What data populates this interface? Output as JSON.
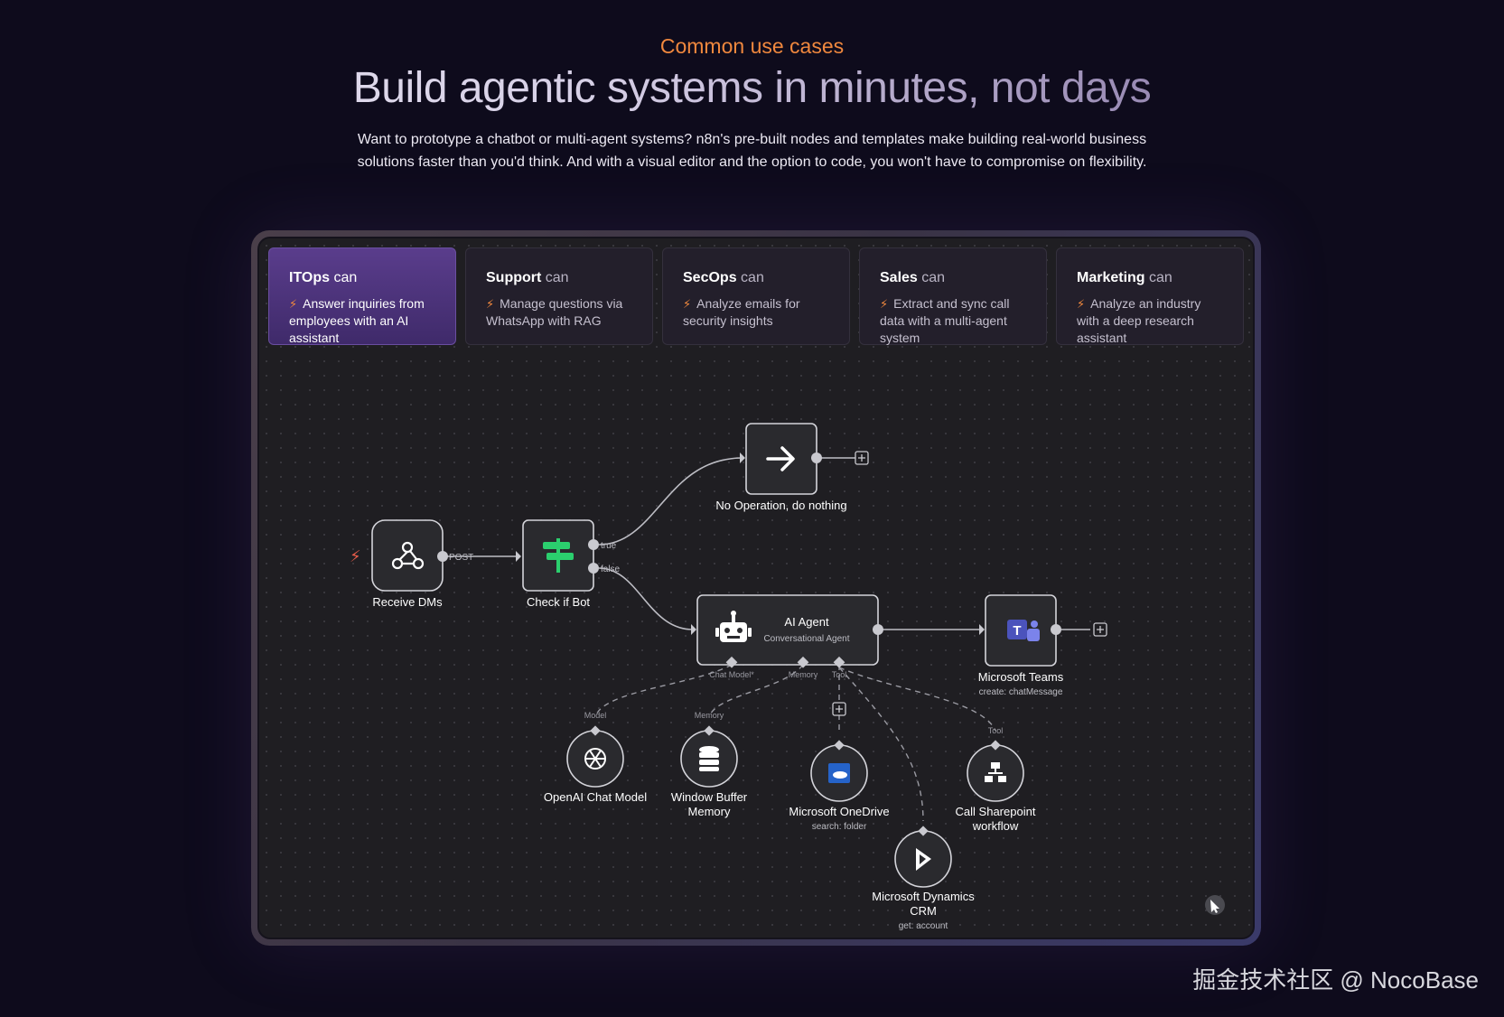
{
  "header": {
    "eyebrow": "Common use cases",
    "title": "Build agentic systems in minutes, not days",
    "description": "Want to prototype a chatbot or multi-agent systems? n8n's pre-built nodes and templates make building real-world business solutions faster than you'd think. And with a visual editor and the option to code, you won't have to compromise on flexibility."
  },
  "tabs": [
    {
      "team": "ITOps",
      "can": "can",
      "text": "Answer inquiries from employees with an AI assistant",
      "active": true
    },
    {
      "team": "Support",
      "can": "can",
      "text": "Manage questions via WhatsApp with RAG",
      "active": false
    },
    {
      "team": "SecOps",
      "can": "can",
      "text": "Analyze emails for security insights",
      "active": false
    },
    {
      "team": "Sales",
      "can": "can",
      "text": "Extract and sync call data with a multi-agent system",
      "active": false
    },
    {
      "team": "Marketing",
      "can": "can",
      "text": "Analyze an industry with a deep research assistant",
      "active": false
    }
  ],
  "workflow": {
    "nodes": {
      "receive_dms": {
        "label": "Receive DMs"
      },
      "check_bot": {
        "label": "Check if Bot"
      },
      "noop": {
        "label": "No Operation, do nothing"
      },
      "ai_agent": {
        "label": "AI Agent",
        "sublabel": "Conversational Agent"
      },
      "teams": {
        "label": "Microsoft Teams",
        "sublabel": "create: chatMessage"
      },
      "openai": {
        "label": "OpenAI Chat Model"
      },
      "memory": {
        "label_line1": "Window Buffer",
        "label_line2": "Memory"
      },
      "onedrive": {
        "label": "Microsoft OneDrive",
        "sublabel": "search: folder"
      },
      "sharepoint": {
        "label_line1": "Call Sharepoint",
        "label_line2": "workflow"
      },
      "dynamics": {
        "label_line1": "Microsoft Dynamics",
        "label_line2": "CRM",
        "sublabel": "get: account"
      }
    },
    "connection_labels": {
      "post": "POST",
      "true": "true",
      "false": "false",
      "chat_model": "Chat Model*",
      "memory": "Memory",
      "tool": "Tool",
      "model": "Model",
      "memory_in": "Memory",
      "tool_in": "Tool"
    }
  },
  "watermark": "掘金技术社区 @ NocoBase",
  "colors": {
    "accent": "#f0883e",
    "active_tab": "#5a3d8c",
    "node_fill": "#2a2a2e",
    "node_stroke": "#cfcfd4"
  }
}
